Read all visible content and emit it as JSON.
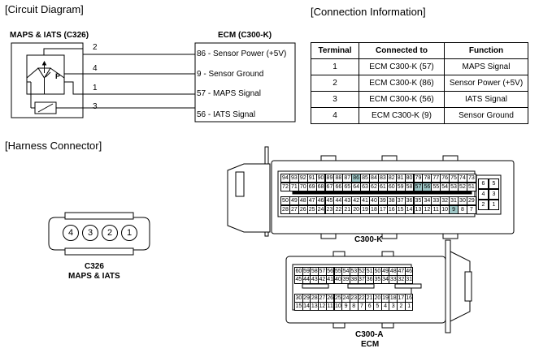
{
  "sections": {
    "circuit": "[Circuit Diagram]",
    "connection": "[Connection Information]",
    "harness": "[Harness Connector]"
  },
  "circuit": {
    "left_connector": "MAPS & IATS (C326)",
    "right_connector": "ECM (C300-K)",
    "sensor_label": "P",
    "wires": [
      {
        "pin": "2",
        "label": "86 - Sensor Power (+5V)"
      },
      {
        "pin": "4",
        "label": "9 - Sensor Ground"
      },
      {
        "pin": "1",
        "label": "57 - MAPS Signal"
      },
      {
        "pin": "3",
        "label": "56 - IATS Signal"
      }
    ]
  },
  "table": {
    "headers": [
      "Terminal",
      "Connected to",
      "Function"
    ],
    "rows": [
      [
        "1",
        "ECM C300-K (57)",
        "MAPS Signal"
      ],
      [
        "2",
        "ECM C300-K (86)",
        "Sensor Power (+5V)"
      ],
      [
        "3",
        "ECM C300-K (56)",
        "IATS Signal"
      ],
      [
        "4",
        "ECM C300-K (9)",
        "Sensor Ground"
      ]
    ]
  },
  "c326": {
    "pins": [
      "4",
      "3",
      "2",
      "1"
    ],
    "caption_line1": "C326",
    "caption_line2": "MAPS & IATS"
  },
  "c300k": {
    "caption": "C300-K",
    "highlight_color": "#9fc7c7",
    "highlighted": [
      "86",
      "57",
      "56",
      "9"
    ],
    "rows": [
      [
        "94",
        "93",
        "92",
        "91",
        "90",
        "89",
        "88",
        "87",
        "86",
        "85",
        "84",
        "83",
        "82",
        "81",
        "80",
        "79",
        "78",
        "77",
        "76",
        "75",
        "74",
        "73"
      ],
      [
        "72",
        "71",
        "70",
        "69",
        "68",
        "67",
        "66",
        "65",
        "64",
        "63",
        "62",
        "61",
        "60",
        "59",
        "58",
        "57",
        "56",
        "55",
        "54",
        "53",
        "52",
        "51"
      ],
      [
        "50",
        "49",
        "48",
        "47",
        "46",
        "45",
        "44",
        "43",
        "42",
        "41",
        "40",
        "39",
        "38",
        "37",
        "36",
        "35",
        "34",
        "33",
        "32",
        "31",
        "30",
        "29"
      ],
      [
        "28",
        "27",
        "26",
        "25",
        "24",
        "23",
        "22",
        "21",
        "20",
        "19",
        "18",
        "17",
        "16",
        "15",
        "14",
        "13",
        "12",
        "11",
        "10",
        "9",
        "8",
        "7"
      ]
    ],
    "side_block": [
      [
        "6",
        "5"
      ],
      [
        "4",
        "3"
      ],
      [
        "2",
        "1"
      ]
    ]
  },
  "c300a": {
    "caption_line1": "C300-A",
    "caption_line2": "ECM",
    "rows": [
      [
        "60",
        "59",
        "58",
        "57",
        "56",
        "55",
        "54",
        "53",
        "52",
        "51",
        "50",
        "49",
        "48",
        "47",
        "46"
      ],
      [
        "45",
        "44",
        "43",
        "42",
        "41",
        "40",
        "39",
        "38",
        "37",
        "36",
        "35",
        "34",
        "33",
        "32",
        "31"
      ],
      [
        "30",
        "29",
        "28",
        "27",
        "26",
        "25",
        "24",
        "23",
        "22",
        "21",
        "20",
        "19",
        "18",
        "17",
        "16"
      ],
      [
        "15",
        "14",
        "13",
        "12",
        "11",
        "10",
        "9",
        "8",
        "7",
        "6",
        "5",
        "4",
        "3",
        "2",
        "1"
      ]
    ]
  }
}
